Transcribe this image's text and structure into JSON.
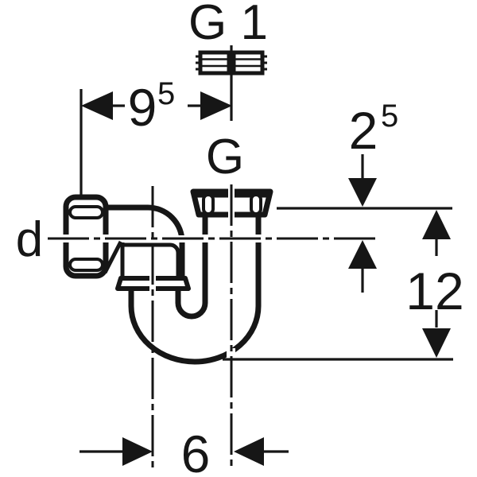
{
  "figure": {
    "labels": {
      "top_thread": "G 1",
      "outlet_thread": "G",
      "inlet_diameter": "d"
    },
    "dimensions": {
      "inlet_to_outlet_axis": {
        "main": "9",
        "sup": "5"
      },
      "outlet_depth": {
        "main": "2",
        "sup": "5"
      },
      "overall_height": {
        "value": "12"
      },
      "axis_distance": {
        "value": "6"
      }
    },
    "colors": {
      "line": "#161616",
      "background": "#ffffff"
    }
  }
}
